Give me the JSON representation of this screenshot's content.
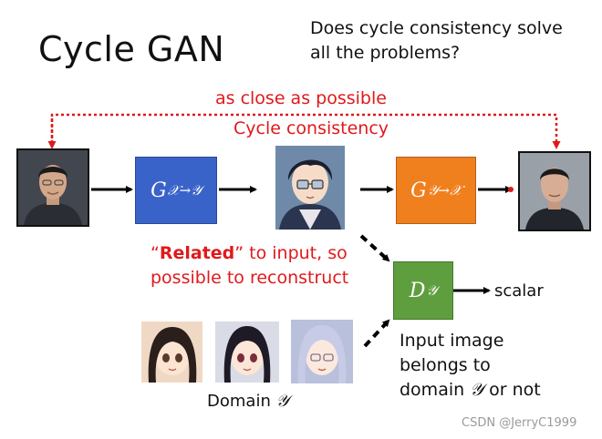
{
  "title": "Cycle GAN",
  "question": {
    "line1": "Does cycle consistency solve",
    "line2": "all the problems?"
  },
  "annotations": {
    "close": "as close as possible",
    "cycle": "Cycle consistency",
    "related_quote_open": "“",
    "related_bold": "Related",
    "related_rest": "” to input, so",
    "related_line2": "possible to reconstruct"
  },
  "generators": {
    "forward": {
      "letter": "G",
      "subscript": "𝒳→𝒴"
    },
    "backward": {
      "letter": "G",
      "subscript": "𝒴→𝒳"
    }
  },
  "discriminator": {
    "letter": "D",
    "subscript": "𝒴"
  },
  "scalar_label": "scalar",
  "discriminator_desc": {
    "line1": "Input image",
    "line2": "belongs to",
    "line3_prefix": "domain ",
    "line3_symbol": "𝒴",
    "line3_suffix": " or not"
  },
  "domain_label": {
    "prefix": "Domain ",
    "symbol": "𝒴"
  },
  "watermark": "CSDN @JerryC1999",
  "colors": {
    "red": "#e0191c",
    "generator_forward": "#3a63c9",
    "generator_backward": "#f07f1e",
    "discriminator": "#5f9e3e"
  },
  "images": {
    "input_photo": "man-portrait-input",
    "cycle_output": "man-portrait-reconstructed",
    "generated_anime": "anime-character-with-glasses",
    "domain_examples": [
      "anime-girl-1",
      "anime-girl-2",
      "anime-girl-3"
    ]
  }
}
